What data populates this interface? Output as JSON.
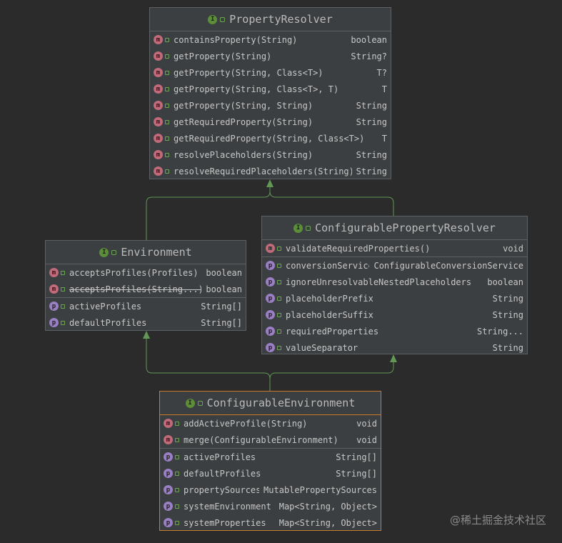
{
  "nodes": {
    "property_resolver": {
      "title": "PropertyResolver",
      "methods": [
        {
          "name": "containsProperty(String)",
          "type": "boolean"
        },
        {
          "name": "getProperty(String)",
          "type": "String?"
        },
        {
          "name": "getProperty(String, Class<T>)",
          "type": "T?"
        },
        {
          "name": "getProperty(String, Class<T>, T)",
          "type": "T"
        },
        {
          "name": "getProperty(String, String)",
          "type": "String"
        },
        {
          "name": "getRequiredProperty(String)",
          "type": "String"
        },
        {
          "name": "getRequiredProperty(String, Class<T>)",
          "type": "T"
        },
        {
          "name": "resolvePlaceholders(String)",
          "type": "String"
        },
        {
          "name": "resolveRequiredPlaceholders(String)",
          "type": "String"
        }
      ]
    },
    "environment": {
      "title": "Environment",
      "methods": [
        {
          "name": "acceptsProfiles(Profiles)",
          "type": "boolean"
        },
        {
          "name": "acceptsProfiles(String...)",
          "type": "boolean"
        }
      ],
      "properties": [
        {
          "name": "activeProfiles",
          "type": "String[]"
        },
        {
          "name": "defaultProfiles",
          "type": "String[]"
        }
      ]
    },
    "configurable_property_resolver": {
      "title": "ConfigurablePropertyResolver",
      "methods": [
        {
          "name": "validateRequiredProperties()",
          "type": "void"
        }
      ],
      "properties": [
        {
          "name": "conversionService",
          "type": "ConfigurableConversionService"
        },
        {
          "name": "ignoreUnresolvableNestedPlaceholders",
          "type": "boolean"
        },
        {
          "name": "placeholderPrefix",
          "type": "String"
        },
        {
          "name": "placeholderSuffix",
          "type": "String"
        },
        {
          "name": "requiredProperties",
          "type": "String..."
        },
        {
          "name": "valueSeparator",
          "type": "String"
        }
      ]
    },
    "configurable_environment": {
      "title": "ConfigurableEnvironment",
      "methods": [
        {
          "name": "addActiveProfile(String)",
          "type": "void"
        },
        {
          "name": "merge(ConfigurableEnvironment)",
          "type": "void"
        }
      ],
      "properties": [
        {
          "name": "activeProfiles",
          "type": "String[]"
        },
        {
          "name": "defaultProfiles",
          "type": "String[]"
        },
        {
          "name": "propertySources",
          "type": "MutablePropertySources"
        },
        {
          "name": "systemEnvironment",
          "type": "Map<String, Object>"
        },
        {
          "name": "systemProperties",
          "type": "Map<String, Object>"
        }
      ]
    }
  },
  "badges": {
    "interface": "I",
    "method": "m",
    "property": "p"
  },
  "colors": {
    "background": "#2b2b2b",
    "node_fill": "#3c3f41",
    "node_border": "#5e6164",
    "selected_border": "#c97a2b",
    "edge": "#629755",
    "method_badge": "#c06a7a",
    "property_badge": "#9b7fc4"
  },
  "watermark": "@稀土掘金技术社区"
}
